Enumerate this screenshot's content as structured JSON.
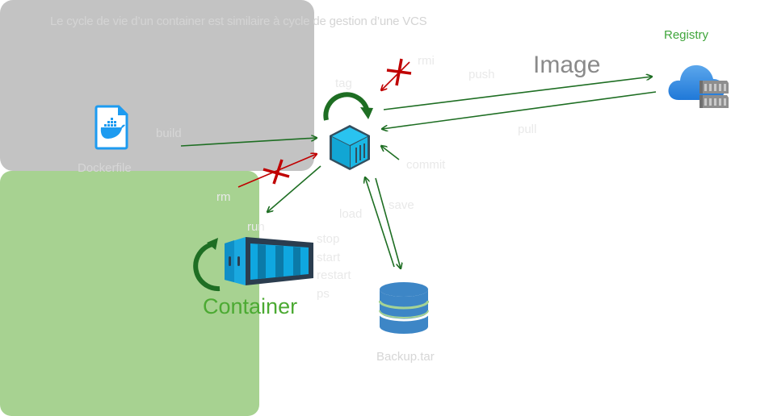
{
  "title": "Le cycle de vie  d’un container est similaire à cycle de gestion d’une VCS",
  "nodes": {
    "dockerfile": {
      "label": "Dockerfile",
      "icon": "docker-file-icon"
    },
    "image": {
      "label": "Image",
      "icon": "image-cube-icon"
    },
    "container": {
      "label": "Container",
      "icon": "shipping-container-icon"
    },
    "registry": {
      "label": "Registry",
      "icon": "cloud-registry-icon"
    },
    "backup": {
      "label": "Backup.tar",
      "icon": "database-icon"
    }
  },
  "edges": {
    "build": "build",
    "tag": "tag",
    "rmi": "rmi",
    "push": "push",
    "pull": "pull",
    "commit": "commit",
    "rm": "rm",
    "run": "run",
    "load": "load",
    "save": "save"
  },
  "container_commands": [
    "stop",
    "start",
    "restart",
    "ps"
  ],
  "colors": {
    "image_box": "#c3c3c3",
    "container_box": "#a5d395",
    "arrow_green": "#1e6e23",
    "arrow_red": "#c00000",
    "registry_text": "#3fa53b",
    "container_text": "#4caa33"
  }
}
